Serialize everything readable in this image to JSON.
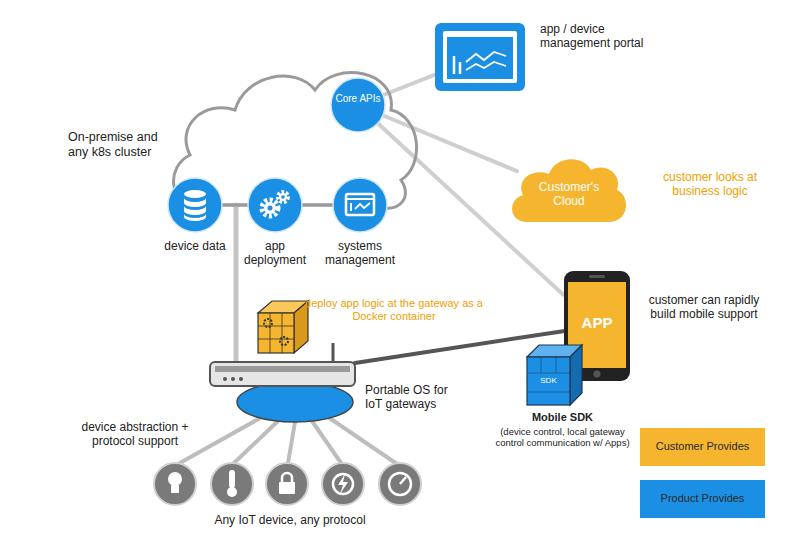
{
  "diagram": {
    "nodes": [
      {
        "text": [
          "On-premise and any k8s cluster"
        ]
      },
      {
        "text": [
          "Core APIs"
        ],
        "in": 0
      },
      {
        "text": [
          "device data"
        ],
        "in": 0
      },
      {
        "text": [
          "app deployment"
        ],
        "in": 0
      },
      {
        "text": [
          "systems management"
        ],
        "in": 0
      },
      {
        "text": [
          "app / device management portal"
        ]
      },
      {
        "text": [
          "Customer's Cloud"
        ]
      },
      {
        "text": [
          "Portable OS for IoT gateways"
        ]
      },
      {
        "text": [
          "APP"
        ]
      },
      {
        "text": [
          "SDK",
          "Mobile SDK",
          "(device control, local gateway control communication w/ Apps)"
        ]
      }
    ],
    "edges": [
      {
        "from": 1,
        "to": 5,
        "arrow": "none"
      },
      {
        "from": 1,
        "to": 6,
        "arrow": "none"
      },
      {
        "from": 1,
        "to": 8,
        "arrow": "none"
      },
      {
        "from": 2,
        "to": 3,
        "arrow": "none"
      },
      {
        "from": 3,
        "to": 4,
        "arrow": "none"
      },
      {
        "from": 0,
        "to": 7,
        "arrow": "none"
      },
      {
        "from": 7,
        "to": 8,
        "arrow": "none"
      }
    ],
    "labels": [
      "customer looks at business logic",
      "deploy app logic at the gateway as a Docker container",
      "customer can rapidly build mobile support",
      "device abstraction + protocol support",
      "Any IoT device, any protocol"
    ],
    "legend": [
      {
        "text": "Customer Provides",
        "color": "#f5b52e"
      },
      {
        "text": "Product Provides",
        "color": "#1b8fe3"
      }
    ]
  }
}
